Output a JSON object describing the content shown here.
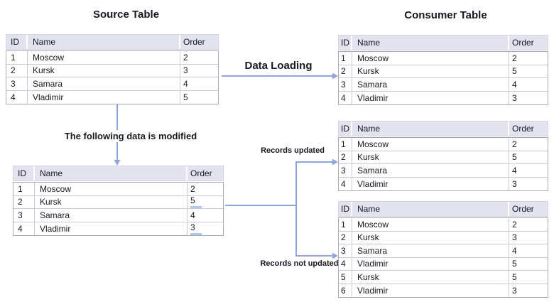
{
  "titles": {
    "source": "Source Table",
    "consumer": "Consumer Table"
  },
  "labels": {
    "data_loading": "Data Loading",
    "modified": "The following data is modified",
    "records_updated": "Records updated",
    "records_not_updated": "Records not updated"
  },
  "columns": [
    "ID",
    "Name",
    "Order"
  ],
  "tables": {
    "source": {
      "rows": [
        {
          "id": "1",
          "name": "Moscow",
          "order": "2"
        },
        {
          "id": "2",
          "name": "Kursk",
          "order": "3"
        },
        {
          "id": "3",
          "name": "Samara",
          "order": "4"
        },
        {
          "id": "4",
          "name": "Vladimir",
          "order": "5"
        }
      ]
    },
    "source_modified": {
      "rows": [
        {
          "id": "1",
          "name": "Moscow",
          "order": "2"
        },
        {
          "id": "2",
          "name": "Kursk",
          "order": "5",
          "modified": true
        },
        {
          "id": "3",
          "name": "Samara",
          "order": "4"
        },
        {
          "id": "4",
          "name": "Vladimir",
          "order": "3",
          "modified": true
        }
      ]
    },
    "consumer_initial": {
      "rows": [
        {
          "id": "1",
          "name": "Moscow",
          "order": "2"
        },
        {
          "id": "2",
          "name": "Kursk",
          "order": "5"
        },
        {
          "id": "3",
          "name": "Samara",
          "order": "4"
        },
        {
          "id": "4",
          "name": "Vladimir",
          "order": "3"
        }
      ]
    },
    "consumer_updated": {
      "rows": [
        {
          "id": "1",
          "name": "Moscow",
          "order": "2"
        },
        {
          "id": "2",
          "name": "Kursk",
          "order": "5"
        },
        {
          "id": "3",
          "name": "Samara",
          "order": "4"
        },
        {
          "id": "4",
          "name": "Vladimir",
          "order": "3"
        }
      ]
    },
    "consumer_not_updated": {
      "rows": [
        {
          "id": "1",
          "name": "Moscow",
          "order": "2"
        },
        {
          "id": "2",
          "name": "Kursk",
          "order": "3"
        },
        {
          "id": "3",
          "name": "Samara",
          "order": "4"
        },
        {
          "id": "4",
          "name": "Vladimir",
          "order": "5"
        },
        {
          "id": "5",
          "name": "Kursk",
          "order": "5"
        },
        {
          "id": "6",
          "name": "Vladimir",
          "order": "3"
        }
      ]
    }
  },
  "colors": {
    "arrow": "#8EA6DC",
    "header_bg": "#E3E3F0",
    "highlight": "#B1C9E8"
  }
}
